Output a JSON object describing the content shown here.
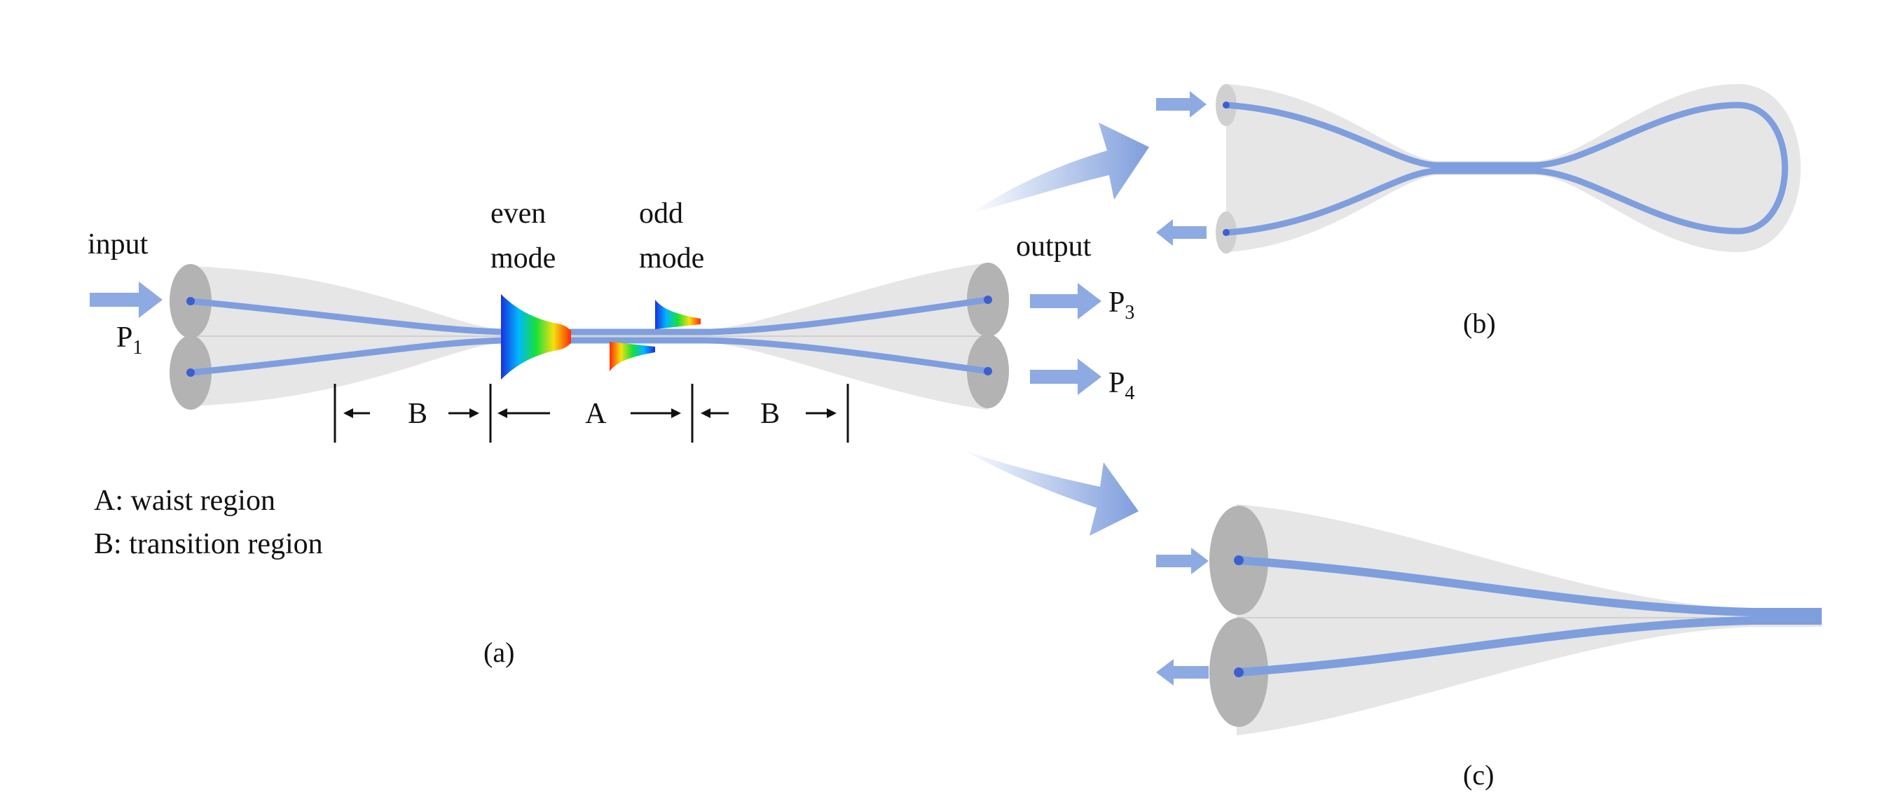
{
  "panel_a": {
    "input_label": "input",
    "p1": "P",
    "p1_sub": "1",
    "even_label_line1": "even",
    "even_label_line2": "mode",
    "odd_label_line1": "odd",
    "odd_label_line2": "mode",
    "output_label": "output",
    "p3": "P",
    "p3_sub": "3",
    "p4": "P",
    "p4_sub": "4",
    "region_b_left": "B",
    "region_a": "A",
    "region_b_right": "B",
    "legend_a": "A: waist region",
    "legend_b": "B: transition region",
    "caption": "(a)"
  },
  "panel_b": {
    "caption": "(b)"
  },
  "panel_c": {
    "caption": "(c)"
  },
  "colors": {
    "core": "#7f9edd",
    "cladding": "#e6e6e6",
    "end_face": "#b3b3b3",
    "arrow": "#8eaae3"
  }
}
